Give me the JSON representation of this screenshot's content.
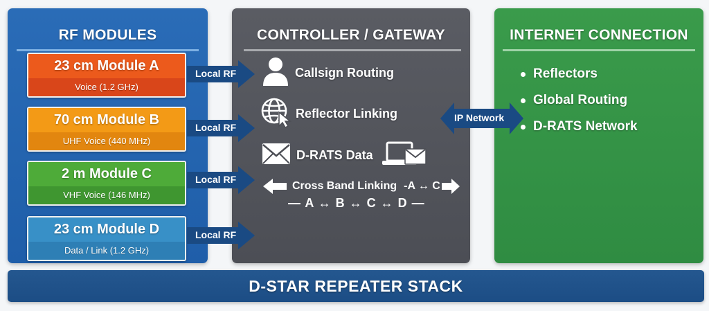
{
  "rf_modules": {
    "title": "RF MODULES",
    "modules": [
      {
        "name": "23 cm Module A",
        "detail": "Voice (1.2 GHz)",
        "color": "#ec5a1c"
      },
      {
        "name": "70 cm Module B",
        "detail": "UHF Voice (440 MHz)",
        "color": "#f39a16"
      },
      {
        "name": "2 m Module C",
        "detail": "VHF Voice (146 MHz)",
        "color": "#4eab39"
      },
      {
        "name": "23 cm Module D",
        "detail": "Data / Link (1.2 GHz)",
        "color": "#3890c7"
      }
    ]
  },
  "links": {
    "local_rf": [
      "Local RF",
      "Local RF",
      "Local RF",
      "Local RF"
    ],
    "ip_network": "IP Network"
  },
  "controller": {
    "title": "CONTROLLER / GATEWAY",
    "items": [
      {
        "label": "Callsign Routing",
        "icon": "user-icon"
      },
      {
        "label": "Reflector Linking",
        "icon": "globe-cursor-icon"
      },
      {
        "label": "D-RATS Data",
        "icon": "envelope-icon"
      }
    ],
    "cross_band": {
      "label": "Cross Band Linking",
      "pair": "-A ↔ C",
      "chain": "— A ↔ B ↔ C ↔ D —"
    }
  },
  "internet": {
    "title": "INTERNET CONNECTION",
    "items": [
      "Reflectors",
      "Global Routing",
      "D-RATS Network"
    ]
  },
  "footer": {
    "title": "D-STAR REPEATER STACK"
  }
}
